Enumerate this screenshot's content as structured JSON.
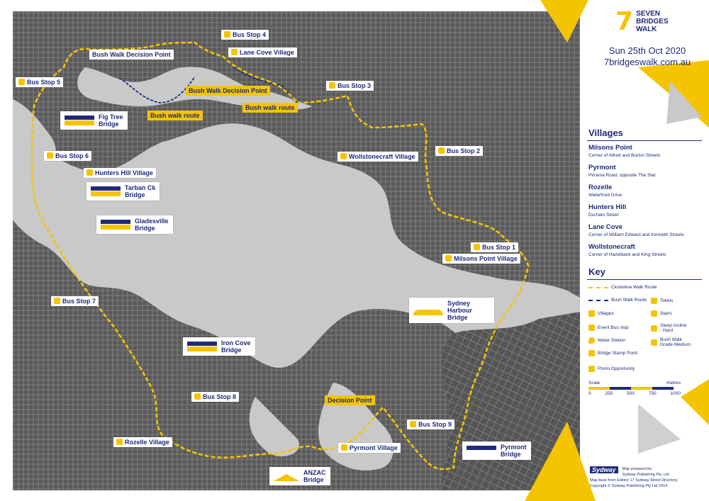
{
  "title": {
    "number": "7",
    "line1": "SEVEN",
    "line2": "BRIDGES",
    "line3": "WALK"
  },
  "date": "Sun 25th Oct 2020",
  "website": "7bridgeswalk.com.au",
  "colors": {
    "accent": "#f5c400",
    "brand": "#1e2a78",
    "map_land": "#595959",
    "map_water": "#c8c8c8"
  },
  "villages_heading": "Villages",
  "villages": [
    {
      "name": "Milsons Point",
      "desc": "Corner of Alfred and Burton Streets"
    },
    {
      "name": "Pyrmont",
      "desc": "Pirrama Road, opposite The Star"
    },
    {
      "name": "Rozelle",
      "desc": "Waterfront Drive"
    },
    {
      "name": "Hunters Hill",
      "desc": "Durham Street"
    },
    {
      "name": "Lane Cove",
      "desc": "Corner of William Edward and Kenneth Streets"
    },
    {
      "name": "Wollstonecraft",
      "desc": "Corner of Hazelbank and King Streets"
    }
  ],
  "key_heading": "Key",
  "key": {
    "walk_route": "Clockwise Walk Route",
    "bush_route": "Bush Walk Route",
    "toilets": "Toilets",
    "villages": "Villages",
    "stairs": "Stairs",
    "event_bus": "Event Bus stop",
    "steep_1": "Steep Incline",
    "steep_2": "- Hard",
    "water": "Water Station",
    "bush_grade_1": "Bush Walk",
    "bush_grade_2": "Grade Medium",
    "stamp": "Bridge Stamp Point",
    "photo": "Photo Opportunity"
  },
  "scale": {
    "label": "Scale",
    "unit": "metres",
    "ticks": [
      "0",
      "250",
      "500",
      "750",
      "1000"
    ]
  },
  "credit": {
    "logo": "Sydway",
    "line1": "Map prepared by",
    "line2": "Sydway Publishing Pty. Ltd.",
    "line3": "Map base from Edition 17 Sydway Street Directory.",
    "line4": "Copyright © Sydway Publishing Pty Ltd 2014"
  },
  "map": {
    "bus_stops": [
      "Bus Stop 1",
      "Bus Stop 2",
      "Bus Stop 3",
      "Bus Stop 4",
      "Bus Stop 5",
      "Bus Stop 6",
      "Bus Stop 7",
      "Bus Stop 8",
      "Bus Stop 9"
    ],
    "villages": [
      "Milsons Point Village",
      "Wollstonecraft Village",
      "Lane Cove Village",
      "Hunters Hill Village",
      "Rozelle Village",
      "Pyrmont Village"
    ],
    "decisions": [
      "Bush Walk Decision Point",
      "Bush Walk Decision Point",
      "Decision Point"
    ],
    "bush_routes": [
      "Bush walk route",
      "Bush walk route"
    ],
    "bridges": [
      {
        "name1": "Sydney Harbour",
        "name2": "Bridge"
      },
      {
        "name1": "Iron Cove",
        "name2": "Bridge"
      },
      {
        "name1": "ANZAC",
        "name2": "Bridge"
      },
      {
        "name1": "Pyrmont",
        "name2": "Bridge"
      },
      {
        "name1": "Gladesville",
        "name2": "Bridge"
      },
      {
        "name1": "Tarban Ck",
        "name2": "Bridge"
      },
      {
        "name1": "Fig Tree",
        "name2": "Bridge"
      }
    ]
  }
}
